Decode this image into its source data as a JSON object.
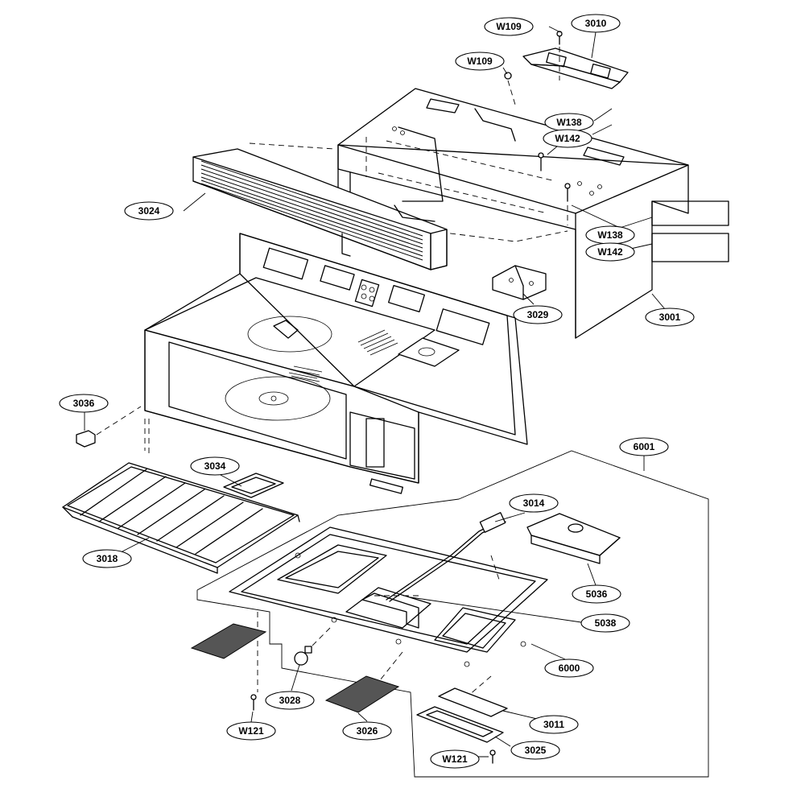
{
  "callouts": {
    "w109_top": "W109",
    "p3010": "3010",
    "w109_mid": "W109",
    "w138_top": "W138",
    "w142_top": "W142",
    "p3024": "3024",
    "w138_right": "W138",
    "w142_right": "W142",
    "p3029": "3029",
    "p3001": "3001",
    "p3036": "3036",
    "p6001": "6001",
    "p3034": "3034",
    "p3014": "3014",
    "p3018": "3018",
    "p5036": "5036",
    "p5038": "5038",
    "p6000": "6000",
    "p3028": "3028",
    "w121_left": "W121",
    "p3026": "3026",
    "p3011": "3011",
    "p3025": "3025",
    "w121_right": "W121"
  }
}
